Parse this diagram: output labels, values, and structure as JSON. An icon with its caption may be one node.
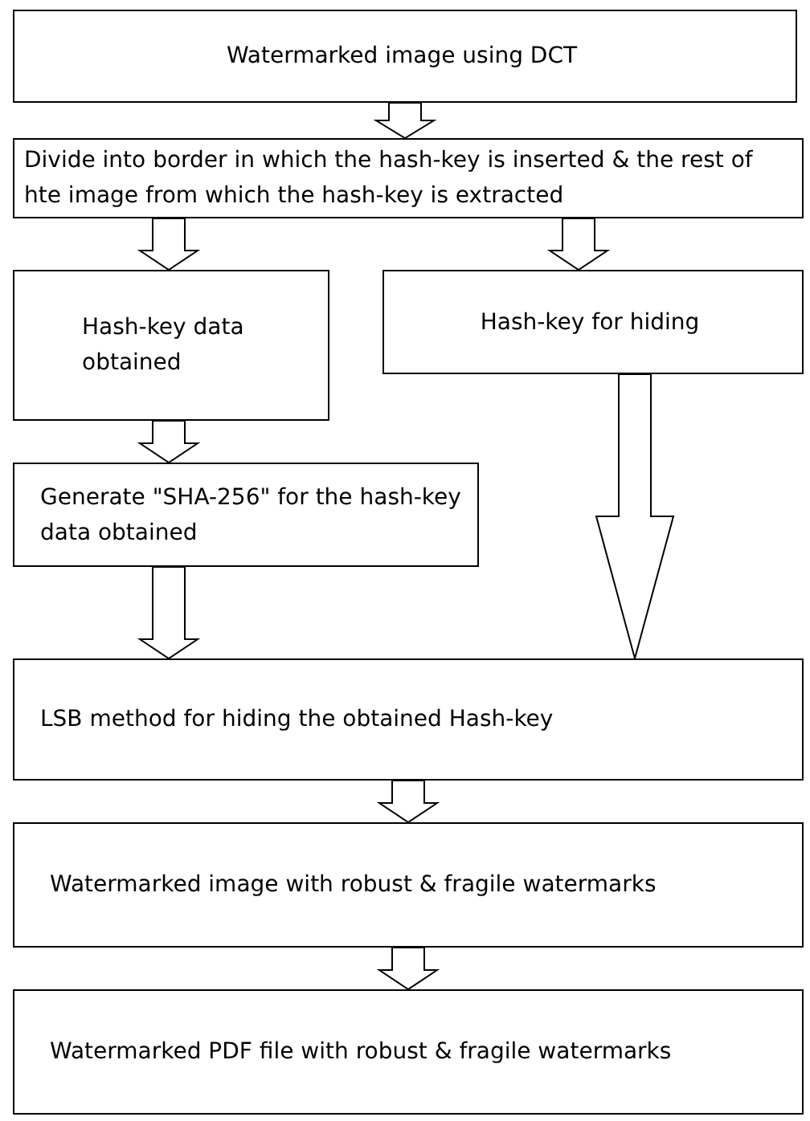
{
  "diagram": {
    "nodes": [
      {
        "text": [
          "Watermarked image using DCT"
        ]
      },
      {
        "text": [
          "Divide into border in which the hash-key is inserted & the rest of hte image from which the hash-key is extracted"
        ]
      },
      {
        "text": [
          "Hash-key data obtained"
        ]
      },
      {
        "text": [
          "Hash-key for hiding"
        ]
      },
      {
        "text": [
          "Generate \"SHA-256\" for the hash-key data obtained"
        ]
      },
      {
        "text": [
          "LSB method for hiding the obtained Hash-key"
        ]
      },
      {
        "text": [
          "Watermarked image with robust & fragile watermarks"
        ]
      },
      {
        "text": [
          "Watermarked PDF file with robust & fragile watermarks"
        ]
      }
    ],
    "edges": [
      {
        "from": 0,
        "to": 1,
        "arrow": "to"
      },
      {
        "from": 1,
        "to": 2,
        "arrow": "to"
      },
      {
        "from": 1,
        "to": 3,
        "arrow": "to"
      },
      {
        "from": 2,
        "to": 4,
        "arrow": "to"
      },
      {
        "from": 3,
        "to": 5,
        "arrow": "to"
      },
      {
        "from": 4,
        "to": 5,
        "arrow": "to"
      },
      {
        "from": 5,
        "to": 6,
        "arrow": "to"
      },
      {
        "from": 6,
        "to": 7,
        "arrow": "to"
      }
    ]
  }
}
